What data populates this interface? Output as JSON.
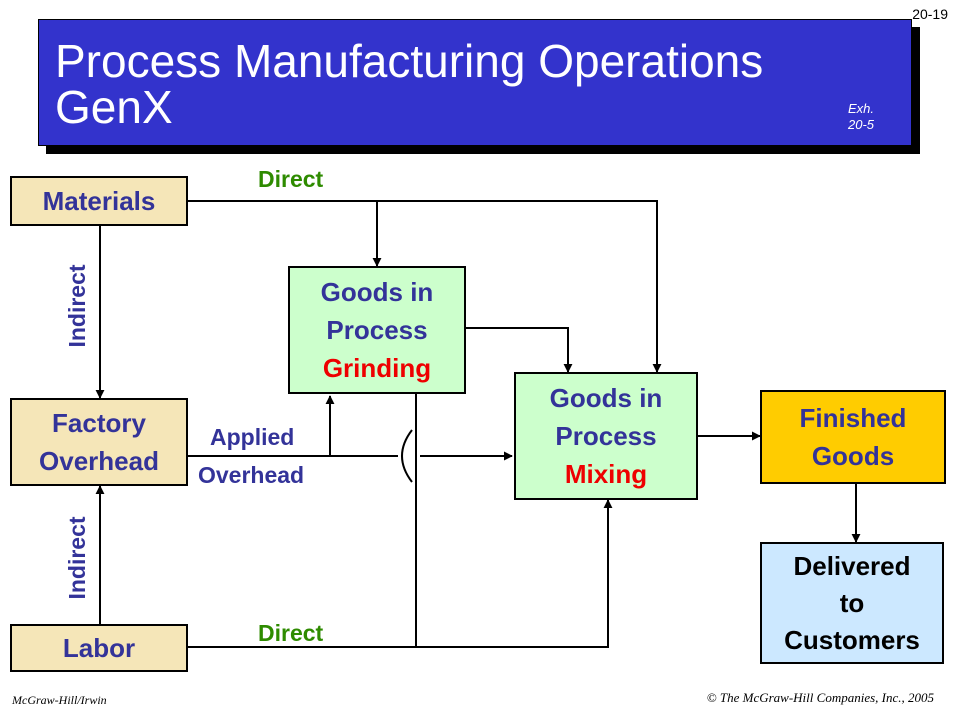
{
  "page_number": "20-19",
  "title": "Process Manufacturing Operations\nGenX",
  "exhibit": "Exh.\n20-5",
  "boxes": {
    "materials": "Materials",
    "factory_overhead": "Factory\nOverhead",
    "labor": "Labor",
    "grinding": {
      "line1": "Goods in",
      "line2": "Process",
      "line3": "Grinding"
    },
    "mixing": {
      "line1": "Goods in",
      "line2": "Process",
      "line3": "Mixing"
    },
    "finished_goods": "Finished\nGoods",
    "delivered": "Delivered\nto\nCustomers"
  },
  "labels": {
    "direct_top": "Direct",
    "direct_bottom": "Direct",
    "indirect_top": "Indirect",
    "indirect_bottom": "Indirect",
    "applied": "Applied",
    "overhead": "Overhead"
  },
  "colors": {
    "title_bg": "#3333cc",
    "box_text": "#333399",
    "stage_text": "#ee0000",
    "direct_text": "#2e8b00"
  },
  "footer": {
    "left": "McGraw-Hill/Irwin",
    "right": "© The McGraw-Hill Companies, Inc., 2005"
  }
}
